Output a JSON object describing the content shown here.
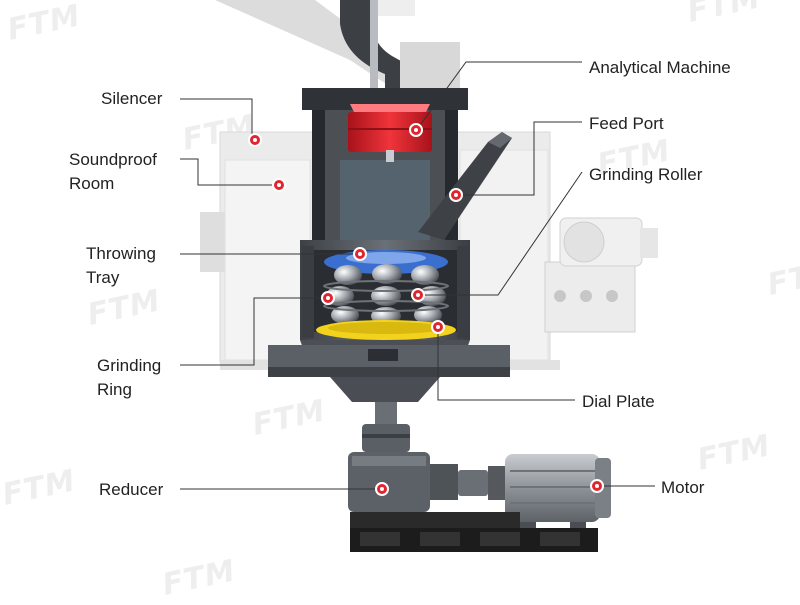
{
  "watermark": "FTM",
  "labels": {
    "silencer": "Silencer",
    "soundproof_room_line1": "Soundproof",
    "soundproof_room_line2": "Room",
    "throwing_tray_line1": "Throwing",
    "throwing_tray_line2": "Tray",
    "grinding_ring_line1": "Grinding",
    "grinding_ring_line2": "Ring",
    "reducer": "Reducer",
    "analytical_machine": "Analytical Machine",
    "feed_port": "Feed Port",
    "grinding_roller": "Grinding Roller",
    "dial_plate": "Dial Plate",
    "motor": "Motor"
  },
  "colors": {
    "marker": "#e1252f",
    "leader_line": "#333333",
    "analyzer": "#e51c23",
    "machine_body": "#555a60",
    "machine_dark": "#2f3236",
    "room_wall": "#e8e8e8",
    "roller_tray": "#3a6fd0",
    "dial_plate": "#f2d21c",
    "base_frame": "#1f1f1f"
  }
}
